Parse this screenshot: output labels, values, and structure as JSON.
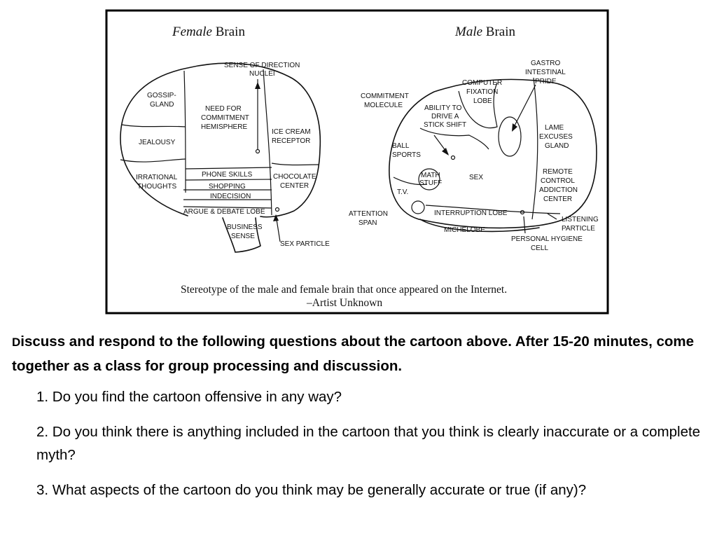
{
  "cartoon": {
    "female_title_italic": "Female",
    "female_title_rest": "Brain",
    "male_title_italic": "Male",
    "male_title_rest": "Brain",
    "female_labels": {
      "sense_direction_1": "SENSE OF DIRECTION",
      "sense_direction_2": "NUCLEI",
      "gossip_1": "GOSSIP-",
      "gossip_2": "GLAND",
      "need_1": "NEED FOR",
      "need_2": "COMMITMENT",
      "need_3": "HEMISPHERE",
      "jealousy": "JEALOUSY",
      "ice_cream_1": "ICE CREAM",
      "ice_cream_2": "RECEPTOR",
      "irrational_1": "IRRATIONAL",
      "irrational_2": "THOUGHTS",
      "phone_skills": "PHONE SKILLS",
      "shopping": "SHOPPING",
      "indecision": "INDECISION",
      "argue": "ARGUE & DEBATE LOBE",
      "chocolate_1": "CHOCOLATE",
      "chocolate_2": "CENTER",
      "business_1": "BUSINESS",
      "business_2": "SENSE",
      "sex_particle": "SEX PARTICLE"
    },
    "male_labels": {
      "gastro_1": "GASTRO",
      "gastro_2": "INTESTINAL",
      "gastro_3": "PRIDE",
      "computer_1": "COMPUTER",
      "computer_2": "FIXATION",
      "computer_3": "LOBE",
      "commitment_1": "COMMITMENT",
      "commitment_2": "MOLECULE",
      "ability_1": "ABILITY TO",
      "ability_2": "DRIVE A",
      "ability_3": "STICK SHIFT",
      "ball_1": "BALL",
      "ball_2": "SPORTS",
      "lame_1": "LAME",
      "lame_2": "EXCUSES",
      "lame_3": "GLAND",
      "math_1": "MATH",
      "math_2": "STUFF",
      "sex": "SEX",
      "remote_1": "REMOTE",
      "remote_2": "CONTROL",
      "remote_3": "ADDICTION",
      "remote_4": "CENTER",
      "tv": "T.V.",
      "attention_1": "ATTENTION",
      "attention_2": "SPAN",
      "interruption": "INTERRUPTION LOBE",
      "michelobe": "MICHELOBE",
      "listening_1": "LISTENING",
      "listening_2": "PARTICLE",
      "hygiene_1": "PERSONAL HYGIENE",
      "hygiene_2": "CELL"
    },
    "caption_1": "Stereotype of the male and female brain that once appeared on the Internet.",
    "caption_2": "–Artist Unknown"
  },
  "prompt": {
    "first_letter": "D",
    "text": "iscuss and respond to the following questions about the cartoon above.  After 15-20 minutes, come together as a class for group processing and discussion."
  },
  "questions": [
    "1. Do you find the cartoon offensive in any way?",
    "2. Do you think there is anything included in the cartoon that you think is clearly  inaccurate or a complete myth?",
    "3. What aspects of the cartoon do you think may be generally accurate or true (if any)?"
  ]
}
